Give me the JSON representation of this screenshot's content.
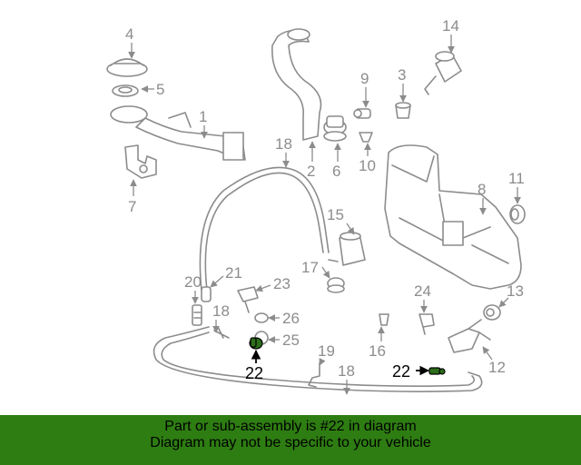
{
  "diagram": {
    "highlight_color": "#2d6e1a",
    "labels": [
      "4",
      "5",
      "1",
      "7",
      "18",
      "2",
      "6",
      "9",
      "10",
      "3",
      "14",
      "8",
      "11",
      "15",
      "17",
      "20",
      "21",
      "23",
      "18",
      "26",
      "25",
      "22",
      "19",
      "18",
      "16",
      "24",
      "13",
      "22",
      "12"
    ]
  },
  "banner": {
    "background": "#2e7d12",
    "line1": "Part or sub-assembly is #22 in diagram",
    "line2": "Diagram may not be specific to your vehicle"
  }
}
